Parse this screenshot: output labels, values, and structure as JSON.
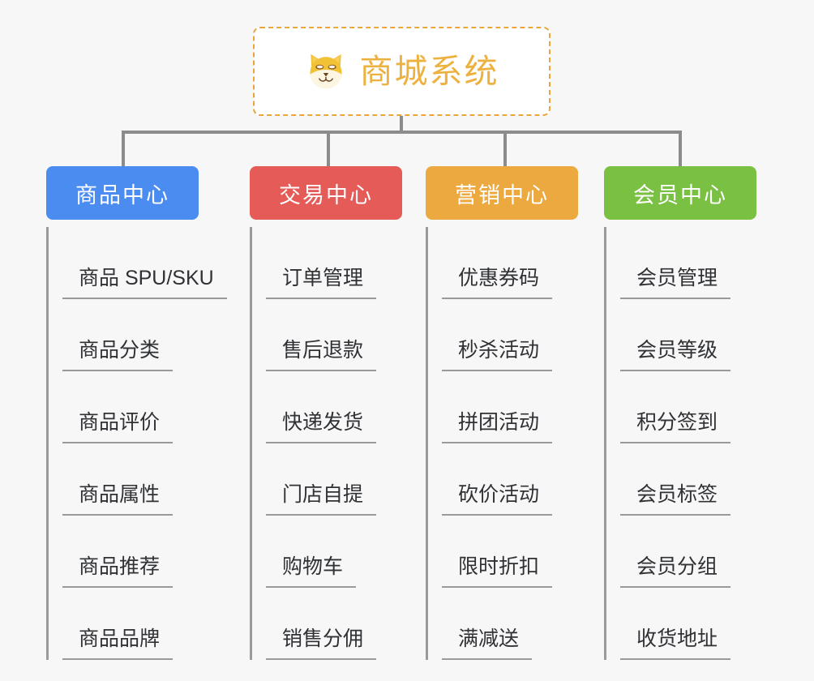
{
  "root": {
    "title": "商城系统",
    "icon": "shiba-dog-face-icon",
    "border_color": "#eaa63c",
    "text_color": "#edb13f",
    "background": "#ffffff"
  },
  "canvas": {
    "background": "#f7f7f7",
    "connector_color": "#8c8c8c"
  },
  "branches": [
    {
      "title": "商品中心",
      "color": "#4a8cf0",
      "items": [
        "商品 SPU/SKU",
        "商品分类",
        "商品评价",
        "商品属性",
        "商品推荐",
        "商品品牌"
      ]
    },
    {
      "title": "交易中心",
      "color": "#e45b58",
      "items": [
        "订单管理",
        "售后退款",
        "快递发货",
        "门店自提",
        "购物车",
        "销售分佣"
      ]
    },
    {
      "title": "营销中心",
      "color": "#eca93f",
      "items": [
        "优惠券码",
        "秒杀活动",
        "拼团活动",
        "砍价活动",
        "限时折扣",
        "满减送"
      ]
    },
    {
      "title": "会员中心",
      "color": "#7ac143",
      "items": [
        "会员管理",
        "会员等级",
        "积分签到",
        "会员标签",
        "会员分组",
        "收货地址"
      ]
    }
  ]
}
